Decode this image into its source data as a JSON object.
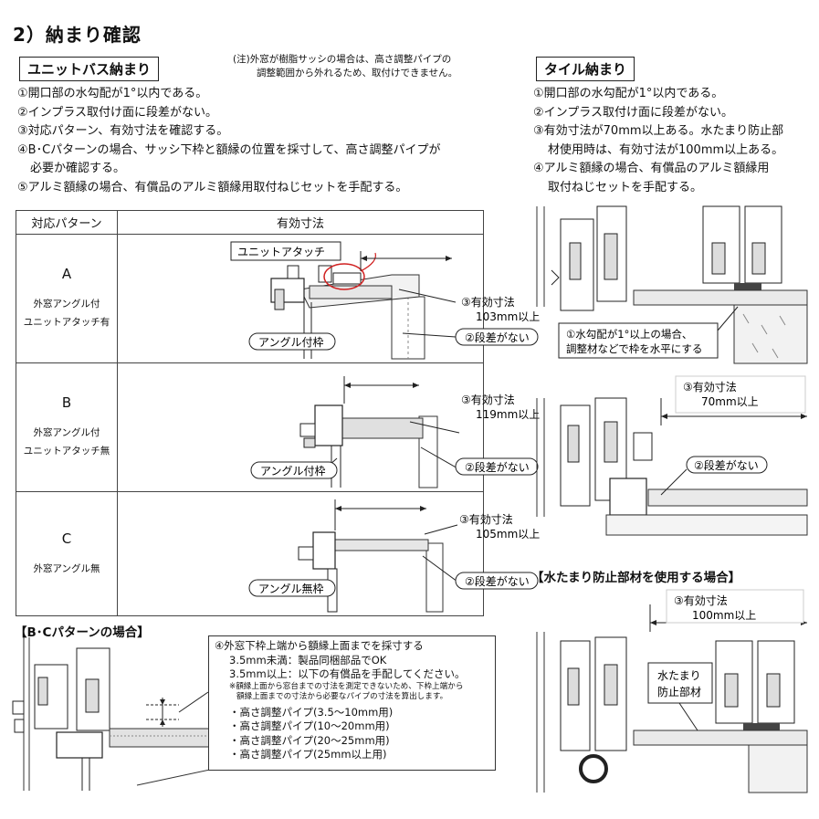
{
  "page": {
    "title": "2）納まり確認"
  },
  "unit_bath": {
    "heading": "ユニットバス納まり",
    "note_lines": [
      "(注)外窓が樹脂サッシの場合は、高さ調整パイプの",
      "調整範囲から外れるため、取付けできません。"
    ],
    "items": [
      "①開口部の水勾配が1°以内である。",
      "②インプラス取付け面に段差がない。",
      "③対応パターン、有効寸法を確認する。",
      "④B･Cパターンの場合、サッシ下枠と額縁の位置を採寸して、高さ調整パイプが",
      "必要か確認する。",
      "⑤アルミ額縁の場合、有償品のアルミ額縁用取付ねじセットを手配する。"
    ]
  },
  "table": {
    "header_pattern": "対応パターン",
    "header_dimension": "有効寸法",
    "rows": [
      {
        "letter": "A",
        "desc": [
          "外窓アングル付",
          "ユニットアタッチ有"
        ],
        "attach_label": "ユニットアタッチ",
        "dim_label": "③有効寸法",
        "dim_value": "103mm以上",
        "step_label": "②段差がない",
        "frame_label": "アングル付枠"
      },
      {
        "letter": "B",
        "desc": [
          "外窓アングル付",
          "ユニットアタッチ無"
        ],
        "dim_label": "③有効寸法",
        "dim_value": "119mm以上",
        "step_label": "②段差がない",
        "frame_label": "アングル付枠"
      },
      {
        "letter": "C",
        "desc": [
          "外窓アングル無"
        ],
        "dim_label": "③有効寸法",
        "dim_value": "105mm以上",
        "step_label": "②段差がない",
        "frame_label": "アングル無枠"
      }
    ]
  },
  "bc_case": {
    "heading": "【B･Cパターンの場合】",
    "callout_lines": [
      "④外窓下枠上端から額縁上面までを採寸する",
      "3.5mm未満：製品同梱部品でOK",
      "3.5mm以上：以下の有償品を手配してください。"
    ],
    "callout_small": [
      "※額縁上面から窓台までの寸法を測定できないため、下枠上端から",
      "額縁上面までの寸法から必要なパイプの寸法を算出します。"
    ],
    "pipes": [
      "・高さ調整パイプ(3.5〜10mm用)",
      "・高さ調整パイプ(10〜20mm用)",
      "・高さ調整パイプ(20〜25mm用)",
      "・高さ調整パイプ(25mm以上用)"
    ]
  },
  "tile": {
    "heading": "タイル納まり",
    "items": [
      "①開口部の水勾配が1°以内である。",
      "②インプラス取付け面に段差がない。",
      "③有効寸法が70mm以上ある。水たまり防止部",
      "材使用時は、有効寸法が100mm以上ある。",
      "④アルミ額縁の場合、有償品のアルミ額縁用",
      "取付ねじセットを手配する。"
    ],
    "diagram1_note": [
      "①水勾配が1°以上の場合、",
      "調整材などで枠を水平にする"
    ],
    "diagram2_dim_label": "③有効寸法",
    "diagram2_dim_value": "70mm以上",
    "diagram2_step": "②段差がない",
    "water_heading": "【水たまり防止部材を使用する場合】",
    "diagram3_dim_label": "③有効寸法",
    "diagram3_dim_value": "100mm以上",
    "diagram3_part": [
      "水たまり",
      "防止部材"
    ]
  },
  "colors": {
    "ink": "#111111",
    "hatch": "#888888",
    "highlight": "#d02020",
    "gray_fill": "#dddddd"
  }
}
